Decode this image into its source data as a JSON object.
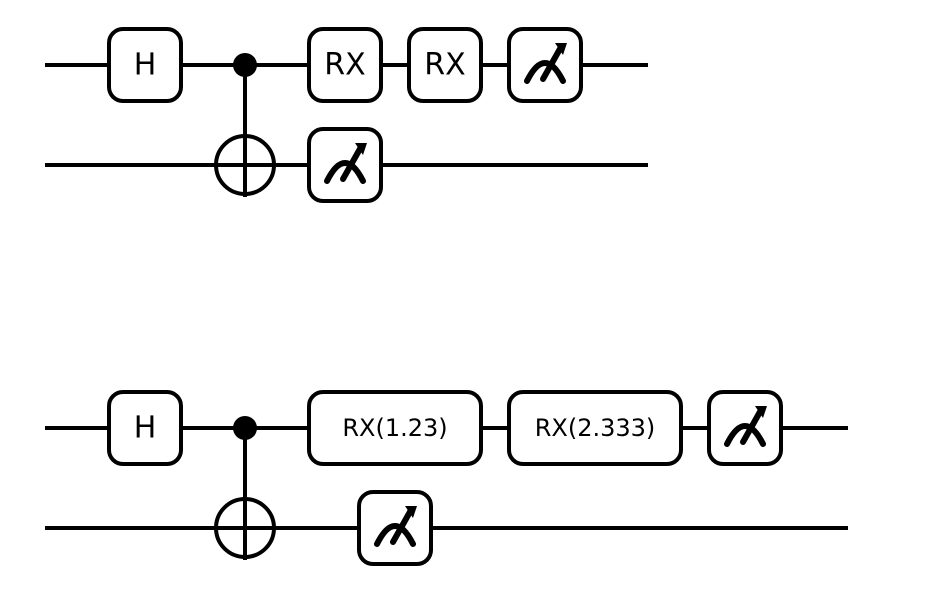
{
  "colors": {
    "line": "#000000",
    "background": "#ffffff",
    "gate_fill": "#ffffff"
  },
  "circuits": [
    {
      "wires": 2,
      "gates": [
        {
          "type": "box",
          "label": "H",
          "wire": 0
        },
        {
          "type": "cnot",
          "control_wire": 0,
          "target_wire": 1
        },
        {
          "type": "box",
          "label": "RX",
          "wire": 0
        },
        {
          "type": "box",
          "label": "RX",
          "wire": 0
        },
        {
          "type": "measure",
          "icon": "measure-icon",
          "wire": 0
        },
        {
          "type": "measure",
          "icon": "measure-icon",
          "wire": 1
        }
      ]
    },
    {
      "wires": 2,
      "gates": [
        {
          "type": "box",
          "label": "H",
          "wire": 0
        },
        {
          "type": "cnot",
          "control_wire": 0,
          "target_wire": 1
        },
        {
          "type": "box",
          "label": "RX(1.23)",
          "wire": 0
        },
        {
          "type": "box",
          "label": "RX(2.333)",
          "wire": 0
        },
        {
          "type": "measure",
          "icon": "measure-icon",
          "wire": 0
        },
        {
          "type": "measure",
          "icon": "measure-icon",
          "wire": 1
        }
      ]
    }
  ]
}
